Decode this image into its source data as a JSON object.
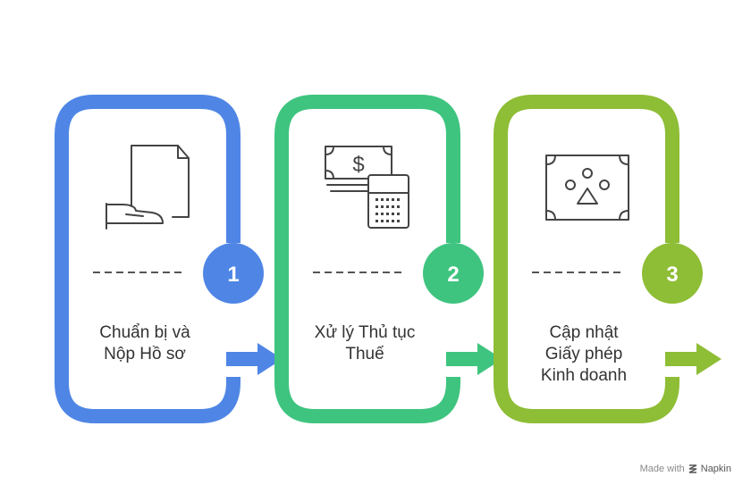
{
  "steps": [
    {
      "number": "1",
      "label": "Chuẩn bị và\nNộp Hồ sơ",
      "color": "#4f86e5",
      "icon": "hand-document-icon"
    },
    {
      "number": "2",
      "label": "Xử lý Thủ tục\nThuế",
      "color": "#3ec47f",
      "icon": "money-calculator-icon"
    },
    {
      "number": "3",
      "label": "Cập nhật\nGiấy phép\nKinh doanh",
      "color": "#8ebd36",
      "icon": "license-certificate-icon"
    }
  ],
  "footer": {
    "made_with": "Made with",
    "brand": "Napkin"
  }
}
